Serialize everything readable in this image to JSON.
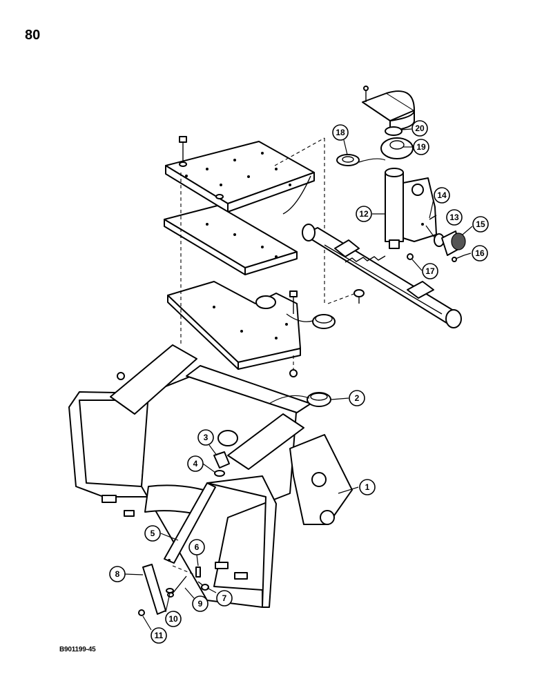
{
  "page_number": "80",
  "figure_code": "B901199-45",
  "callouts": [
    "1",
    "2",
    "3",
    "4",
    "5",
    "6",
    "7",
    "8",
    "9",
    "10",
    "11",
    "12",
    "13",
    "14",
    "15",
    "16",
    "17",
    "18",
    "19",
    "20"
  ]
}
